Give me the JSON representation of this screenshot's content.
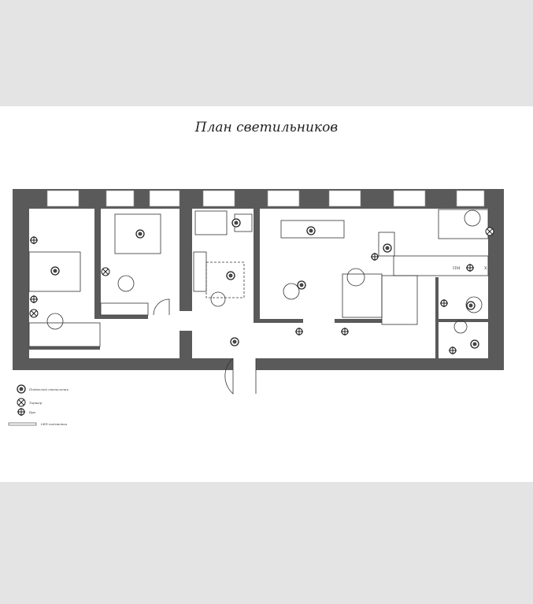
{
  "title": "План светильников",
  "legend": [
    {
      "icon": "pendant-lamp-icon",
      "label": "Подвесной светильник"
    },
    {
      "icon": "floor-lamp-icon",
      "label": "Торшер"
    },
    {
      "icon": "sconce-icon",
      "label": "Бра"
    },
    {
      "icon": "led-strip-icon",
      "label": "LED подсветка"
    }
  ],
  "kitchen": {
    "dishwasher": "ПМ",
    "fridge": "Х"
  }
}
